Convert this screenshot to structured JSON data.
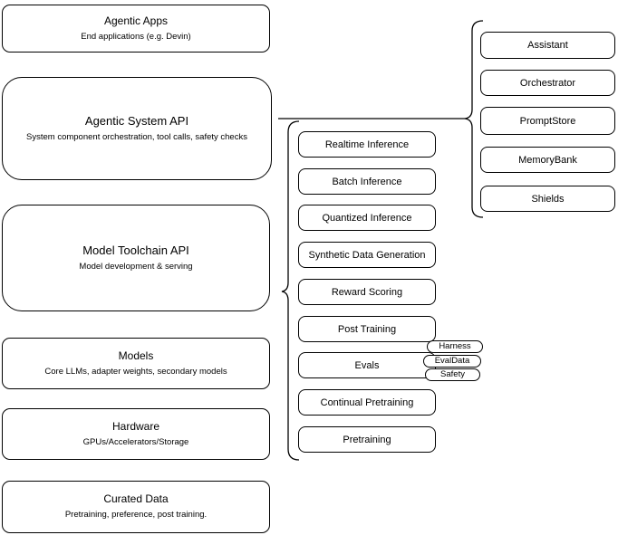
{
  "diagram": {
    "stack": [
      {
        "title": "Agentic Apps",
        "subtitle": "End applications (e.g. Devin)"
      },
      {
        "title": "Agentic System API",
        "subtitle": "System component orchestration, tool calls, safety checks"
      },
      {
        "title": "Model Toolchain API",
        "subtitle": "Model development & serving"
      },
      {
        "title": "Models",
        "subtitle": "Core LLMs, adapter weights, secondary models"
      },
      {
        "title": "Hardware",
        "subtitle": "GPUs/Accelerators/Storage"
      },
      {
        "title": "Curated Data",
        "subtitle": "Pretraining, preference, post training."
      }
    ],
    "toolchain": {
      "items": [
        "Realtime Inference",
        "Batch Inference",
        "Quantized Inference",
        "Synthetic Data Generation",
        "Reward Scoring",
        "Post Training",
        "Evals",
        "Continual Pretraining",
        "Pretraining"
      ]
    },
    "evals_tags": [
      "Harness",
      "EvalData",
      "Safety"
    ],
    "system": {
      "items": [
        "Assistant",
        "Orchestrator",
        "PromptStore",
        "MemoryBank",
        "Shields"
      ]
    },
    "colors": {
      "stroke": "#000000",
      "fill": "#ffffff",
      "text": "#000000"
    }
  }
}
